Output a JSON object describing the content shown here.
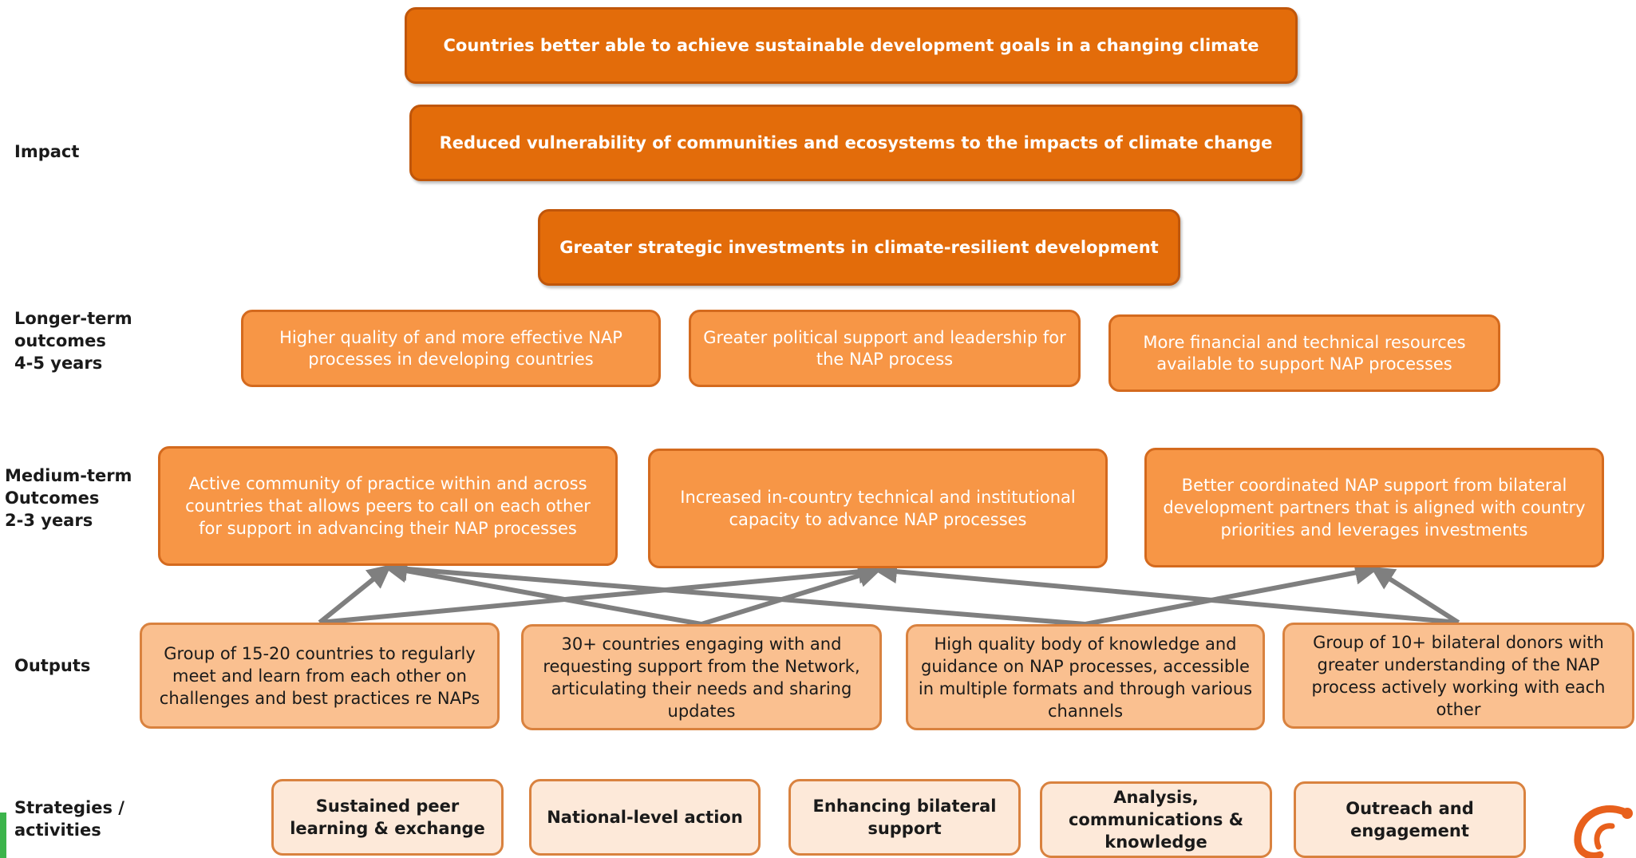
{
  "levels": {
    "impact": "Impact",
    "longer_term": "Longer-term\noutcomes\n4-5 years",
    "medium_term": "Medium-term\nOutcomes\n2-3 years",
    "outputs": "Outputs",
    "strategies": "Strategies /\nactivities"
  },
  "impact": {
    "goal": "Countries better able to achieve sustainable development goals in a changing climate",
    "vulnerability": "Reduced vulnerability of communities and ecosystems to the impacts of climate change",
    "investments": "Greater strategic investments in climate-resilient development"
  },
  "longer_term_outcomes": [
    "Higher quality of and more effective NAP processes in developing countries",
    "Greater political support and leadership for the NAP process",
    "More financial and technical resources available to support NAP processes"
  ],
  "medium_term_outcomes": [
    "Active community of practice within and across countries that allows peers to call on each other for support in advancing their NAP processes",
    "Increased in-country technical  and institutional capacity to advance NAP processes",
    "Better coordinated NAP support from bilateral development partners that is aligned with country priorities and leverages investments"
  ],
  "outputs": [
    "Group of 15-20 countries to regularly meet and learn from each other on challenges and best practices re NAPs",
    "30+ countries engaging with  and requesting support from the Network, articulating their needs and sharing updates",
    "High quality body of knowledge and guidance on NAP processes, accessible in multiple formats and through various channels",
    "Group of 10+ bilateral donors with greater understanding of the NAP process actively working with each other"
  ],
  "strategies": [
    "Sustained peer learning & exchange",
    "National-level action",
    "Enhancing bilateral support",
    "Analysis, communications & knowledge",
    "Outreach and engagement"
  ],
  "links": [
    {
      "from": "output-1",
      "to": "medium-term-outcome-1"
    },
    {
      "from": "output-1",
      "to": "medium-term-outcome-2"
    },
    {
      "from": "output-2",
      "to": "medium-term-outcome-1"
    },
    {
      "from": "output-2",
      "to": "medium-term-outcome-2"
    },
    {
      "from": "output-3",
      "to": "medium-term-outcome-1"
    },
    {
      "from": "output-3",
      "to": "medium-term-outcome-3"
    },
    {
      "from": "output-4",
      "to": "medium-term-outcome-2"
    },
    {
      "from": "output-4",
      "to": "medium-term-outcome-3"
    }
  ],
  "colors": {
    "impact": "#e36c0a",
    "outcome": "#f79646",
    "output": "#fac090",
    "strategy": "#fde9d9",
    "arrow": "#7f7f7f",
    "accent_green": "#3cb44b"
  }
}
